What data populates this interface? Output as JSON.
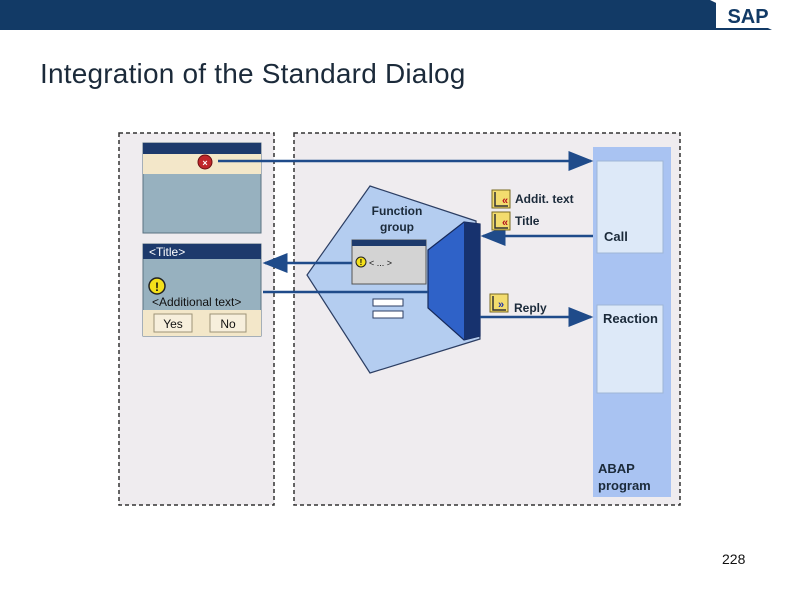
{
  "header": {
    "logo_text": "SAP",
    "bar_color": "#123a66"
  },
  "slide": {
    "title": "Integration of the Standard Dialog",
    "page_number": "228"
  },
  "popup": {
    "title": "<Title>",
    "message": "<Additional text>",
    "yes_label": "Yes",
    "no_label": "No"
  },
  "function_group": {
    "label_line1": "Function",
    "label_line2": "group",
    "inner_text": "< ... >"
  },
  "parameters": {
    "addit_text": "Addit. text",
    "title": "Title",
    "reply": "Reply"
  },
  "abap_program": {
    "call_label": "Call",
    "reaction_label": "Reaction",
    "name_line1": "ABAP",
    "name_line2": "program"
  },
  "colors": {
    "panel_bg": "#efecef",
    "abap_bg": "#a9c3f2",
    "pentagon_fill": "#b4cdf0",
    "screen_bg": "#97b1bf",
    "arrow": "#1f4b8a"
  }
}
